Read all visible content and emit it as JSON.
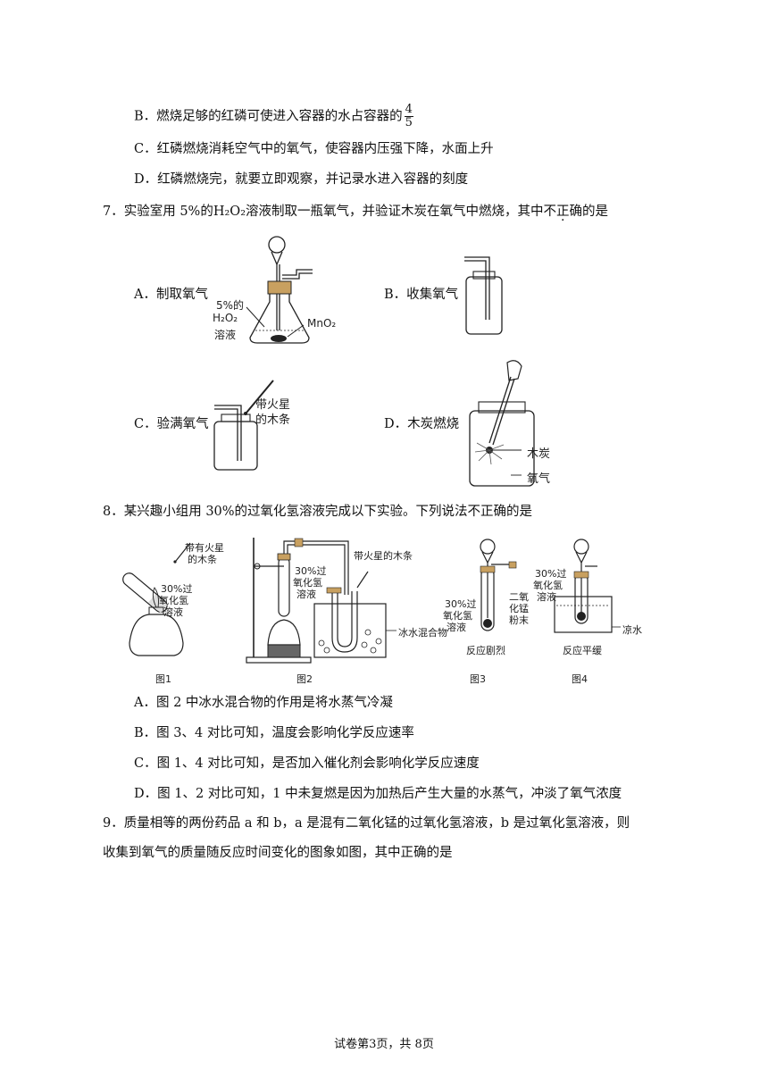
{
  "q6": {
    "optB_pre": "B．燃烧足够的红磷可使进入容器的水占容器的",
    "optB_num": "4",
    "optB_den": "5",
    "optC": "C．红磷燃烧消耗空气中的氧气，使容器内压强下降，水面上升",
    "optD": "D．红磷燃烧完，就要立即观察，并记录水进入容器的刻度"
  },
  "q7": {
    "stem_a": "7．实验室用 5%的",
    "stem_formula": "H₂O₂",
    "stem_b": "溶液制取一瓶氧气，并验证木炭在氧气中燃烧，其中",
    "stem_emph": "不正确",
    "stem_c": "的是",
    "optA": "A．制取氧气",
    "optB": "B．收集氧气",
    "optC": "C．验满氧气",
    "optD": "D．木炭燃烧",
    "labelA1": "5%的",
    "labelA2": "H₂O₂",
    "labelA3": "溶液",
    "labelA4": "MnO₂",
    "labelC1": "带火星",
    "labelC2": "的木条",
    "labelD1": "木炭",
    "labelD2": "氧气"
  },
  "q8": {
    "stem": "8．某兴趣小组用 30%的过氧化氢溶液完成以下实验。下列说法不正确的是",
    "f1_l1": "带有火星",
    "f1_l2": "的木条",
    "f1_l3": "30%过",
    "f1_l4": "氧化氢",
    "f1_l5": "溶液",
    "f2_l1": "30%过",
    "f2_l2": "氧化氢",
    "f2_l3": "溶液",
    "f2_l4": "带火星的木条",
    "f2_l5": "冰水混合物",
    "f3_l1": "30%过",
    "f3_l2": "氧化氢",
    "f3_l3": "溶液",
    "f3_l4": "二氧",
    "f3_l5": "化锰",
    "f3_l6": "粉末",
    "f3_l7": "反应剧烈",
    "f4_l1": "30%过",
    "f4_l2": "氧化氢",
    "f4_l3": "溶液",
    "f4_l4": "凉水",
    "f4_l5": "反应平缓",
    "cap1": "图1",
    "cap2": "图2",
    "cap3": "图3",
    "cap4": "图4",
    "optA": "A．图 2 中冰水混合物的作用是将水蒸气冷凝",
    "optB": "B．图 3、4 对比可知，温度会影响化学反应速率",
    "optC": "C．图 1、4 对比可知，是否加入催化剂会影响化学反应速度",
    "optD": "D．图 1、2 对比可知，1 中未复燃是因为加热后产生大量的水蒸气，冲淡了氧气浓度"
  },
  "q9": {
    "line1": "9．质量相等的两份药品 a 和 b，a 是混有二氧化锰的过氧化氢溶液，b 是过氧化氢溶液，则",
    "line2": "收集到氧气的质量随反应时间变化的图象如图，其中正确的是"
  },
  "footer": "试卷第3页，共 8页"
}
